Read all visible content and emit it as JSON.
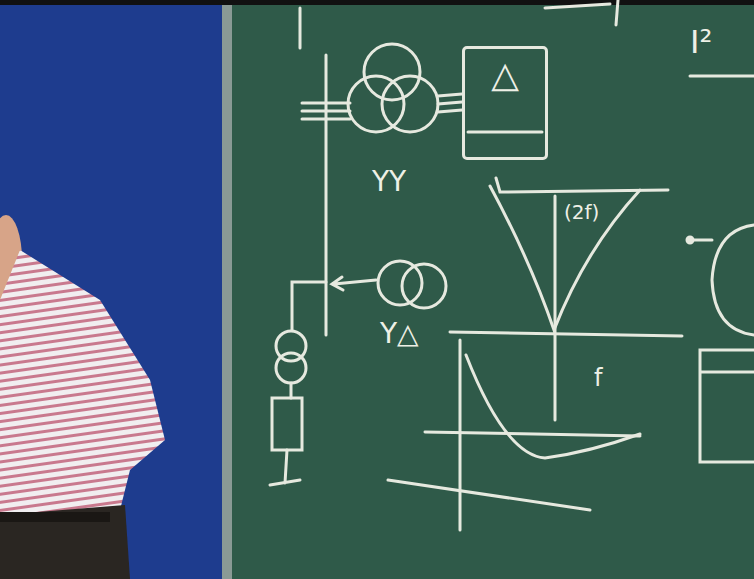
{
  "diagram": {
    "nodes": [
      {
        "text": [
          "△"
        ]
      }
    ],
    "labels": [
      "YY",
      "Y△",
      "(2f)",
      "f",
      "I²"
    ]
  }
}
